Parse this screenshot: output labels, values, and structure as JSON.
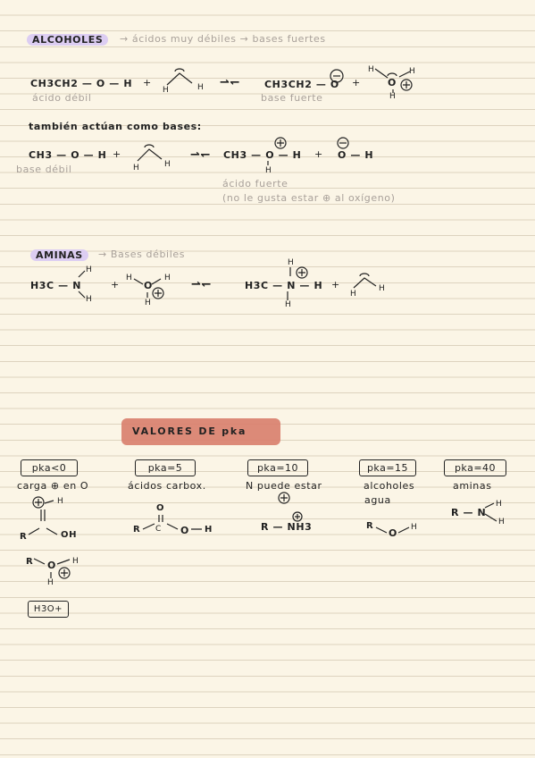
{
  "alcoholes": {
    "title": "ALCOHOLES",
    "subtitle": "→ ácidos muy débiles → bases fuertes",
    "reaction1": {
      "left": "CH3CH2 — O — H",
      "plus1": "+",
      "h1": "H",
      "h2": "H",
      "arrows": "⇀↽",
      "right": "CH3CH2 — O",
      "plus2": "+",
      "hydronium_o": "O",
      "hydronium_h": "H",
      "label_left": "ácido débil",
      "label_right": "base fuerte"
    },
    "also_bases": "también actúan como bases:",
    "reaction2": {
      "left": "CH3 — O — H",
      "plus1": "+",
      "h1": "H",
      "h2": "H",
      "arrows": "⇀↽",
      "right": "CH3 — O — H",
      "h_below": "H",
      "plus2": "+",
      "hydroxide": "O — H",
      "label_left": "base débil",
      "label_right1": "ácido fuerte",
      "label_right2": "(no le gusta estar ⊕ al oxígeno)"
    }
  },
  "aminas": {
    "title": "AMINAS",
    "subtitle": "→ Bases débiles",
    "left": "H3C — N",
    "left_h_top": "H",
    "left_h_bottom": "H",
    "plus1": "+",
    "hydronium_o": "O",
    "hydronium_h": "H",
    "arrows": "⇀↽",
    "right": "H3C — N — H",
    "right_h_top": "H",
    "right_h_bottom": "H",
    "plus2": "+",
    "water_h1": "H",
    "water_h2": "H"
  },
  "pka": {
    "title": "VALORES DE pka",
    "columns": [
      {
        "box": "pka<0",
        "desc": "carga ⊕ en O"
      },
      {
        "box": "pka=5",
        "desc": "ácidos carbox."
      },
      {
        "box": "pka=10",
        "desc": "N puede estar"
      },
      {
        "box": "pka=15",
        "desc": "alcoholes",
        "desc2": "agua"
      },
      {
        "box": "pka=40",
        "desc": "aminas"
      }
    ],
    "col1": {
      "r": "R",
      "oh": "OH",
      "h": "H",
      "r2": "R",
      "o": "O",
      "h2": "H",
      "h3": "H",
      "h3o": "H3O+"
    },
    "col2": {
      "r": "R",
      "o": "O",
      "h": "H",
      "dbl_o": "O"
    },
    "col3": {
      "formula": "R — NH3"
    },
    "col4": {
      "r": "R",
      "o": "O",
      "h": "H"
    },
    "col5": {
      "r": "R — N",
      "h1": "H",
      "h2": "H"
    }
  },
  "colors": {
    "paper": "#fbf5e6",
    "lines": "#ddd3bf",
    "highlight_purple": "#dccdf2",
    "highlight_red": "#d9806f",
    "gray_text": "#a9a19a"
  }
}
